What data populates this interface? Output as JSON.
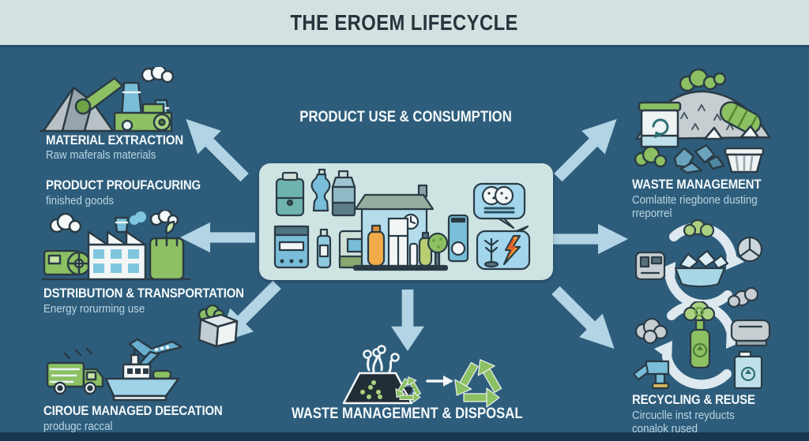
{
  "banner": {
    "title": "THE EROEM LIFECYCLE"
  },
  "center": {
    "title": "PRODUCT USE & CONSUMPTION"
  },
  "stages": {
    "material_extraction": {
      "label": "MATERIAL EXTRACTION",
      "sub": "Raw maferals materials"
    },
    "manufacturing": {
      "label": "PRODUCT PROUFACURING",
      "sub": "finished goods"
    },
    "distribution": {
      "label": "DSTRIBUTION & TRANSPORTATION",
      "sub": "Energy rorurming use"
    },
    "circular": {
      "label": "CIROUE MANAGED DEECATION",
      "sub": "produgc raccal"
    },
    "waste": {
      "label": "WASTE MANAGEMENT",
      "sub1": "Comlatite riegbone dusting",
      "sub2": "rreporrel"
    },
    "recycling": {
      "label": "RECYCLING & REUSE",
      "sub1": "Circuclle inst reyducts",
      "sub2": "conalok rused"
    },
    "disposal": {
      "label": "WASTE MANAGEMENT & DISPOSAL"
    }
  },
  "icons": {
    "mining-extraction-icon": "mountain with excavator and smokestacks",
    "factory-icon": "sawtooth factory with chimney and green tower",
    "transport-icon": "truck, cargo ship and airplane",
    "package-icon": "open box with green wrap",
    "household-products-icon": "bottles and containers",
    "house-icon": "house with stored products and tree",
    "speech-bubbles-icon": "bubbles with dice, twig and flame",
    "landfill-icon": "waste mound, recycle bin, roller",
    "material-cycle-icon": "circular arrows around bowl of scraps",
    "bottle-cycle-icon": "circular arrows around green bottle",
    "recycle-symbol-icon": "triangular recycle arrows",
    "down-arrow-icon": "flow arrow"
  },
  "colors": {
    "background": "#2e5d7c",
    "banner": "#d3e2e0",
    "panel": "#cde4e3",
    "arrow": "#b2d4e4",
    "heading": "#f4f9fa",
    "subtext": "#b9d6e2",
    "green": "#8cc063",
    "blue": "#7fc6de",
    "orange": "#f0a43c",
    "outline": "#2a3b45",
    "footer": "#16374f"
  }
}
